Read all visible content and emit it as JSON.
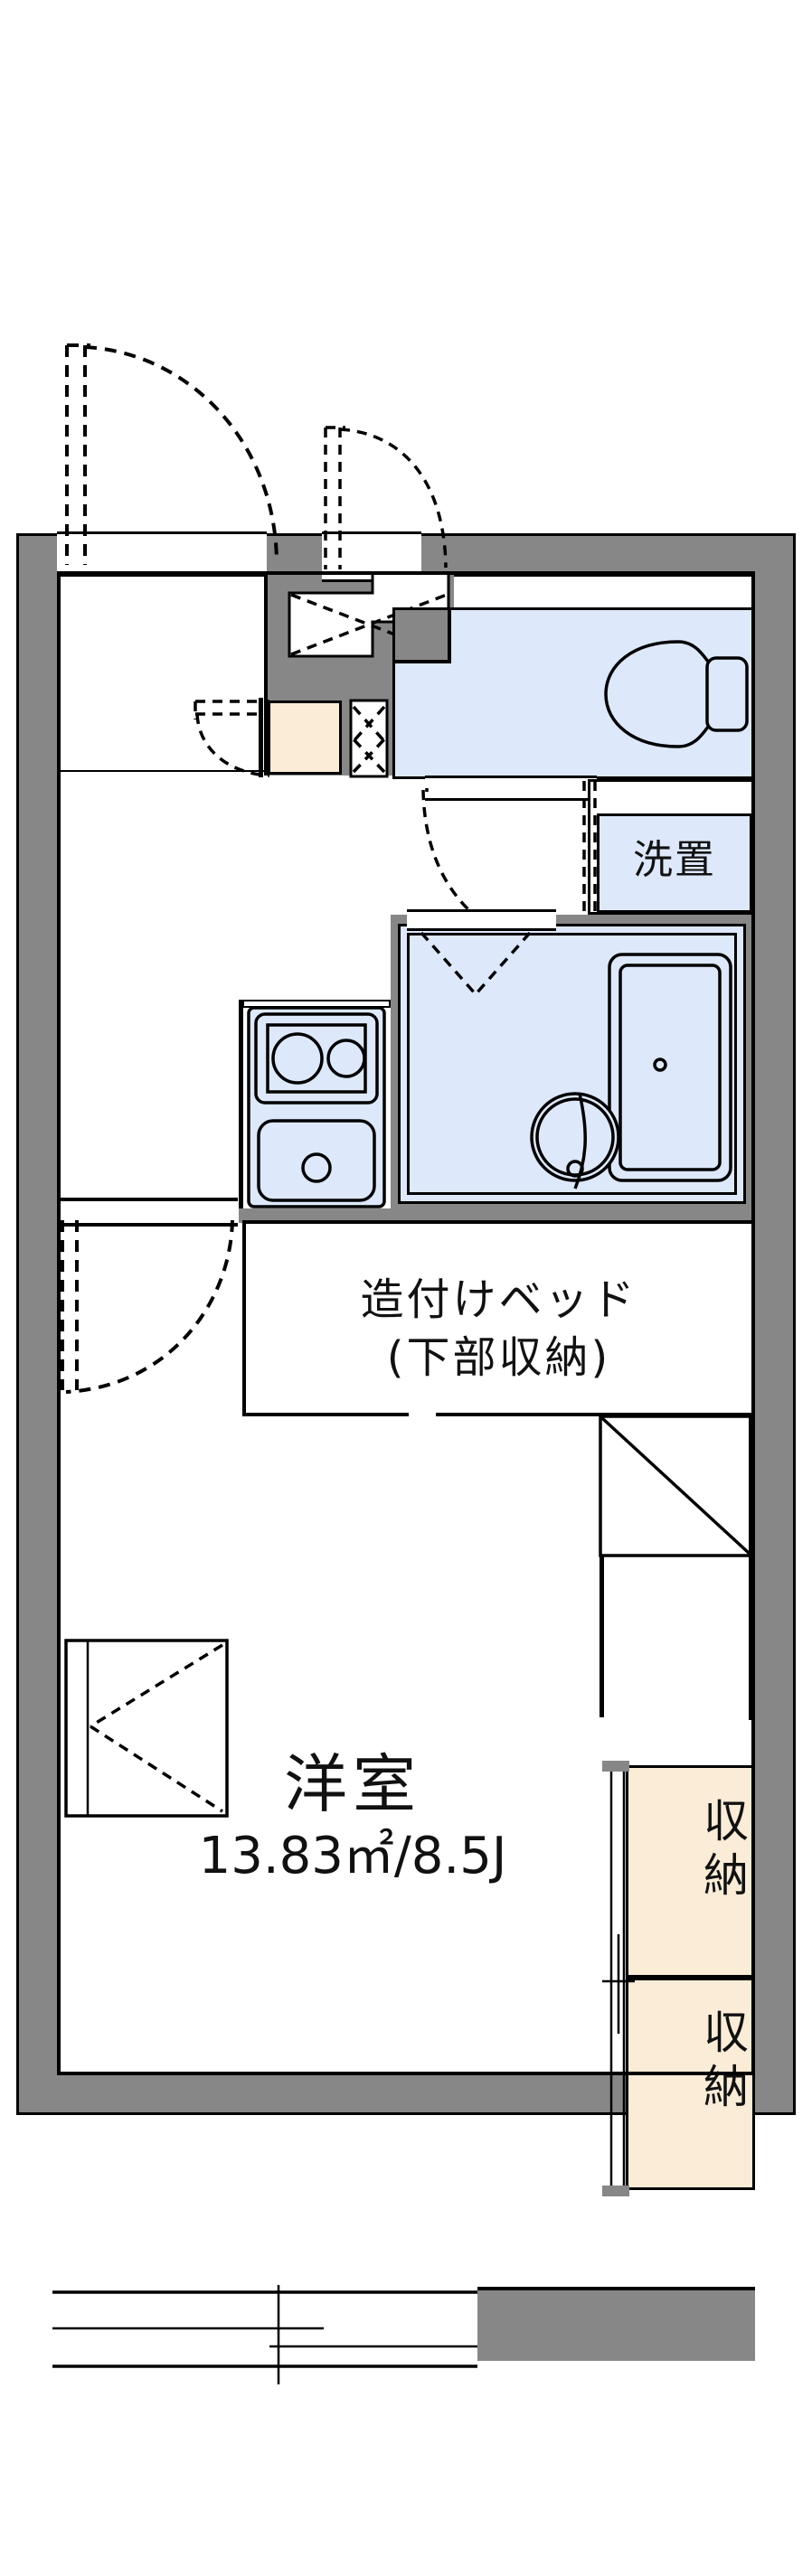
{
  "document": {
    "type": "floor-plan",
    "layout_code": "1K",
    "orientation": "vertical"
  },
  "rooms": {
    "main_room": {
      "name": "洋室",
      "area_sqm": "13.83m²",
      "area_jo": "8.5J",
      "area_label": "13.83㎡/8.5J"
    },
    "built_in_bed": {
      "line1": "造付けベッド",
      "line2": "(下部収納)"
    },
    "laundry": {
      "label": "洗置"
    },
    "closet_upper": {
      "label": "収納"
    },
    "closet_lower": {
      "label": "収納"
    }
  },
  "fixtures": {
    "toilet": {
      "icon": "toilet-icon"
    },
    "bathtub": {
      "icon": "bathtub-icon"
    },
    "wash_basin": {
      "icon": "round-washbasin-icon"
    },
    "kitchen_stove": {
      "icon": "two-burner-stove-icon",
      "burners": 2
    },
    "kitchen_sink": {
      "icon": "sink-icon"
    },
    "shoe_box": {
      "icon": "shoe-box-icon"
    },
    "genkan": {
      "icon": "genkan-entry-icon"
    },
    "meter_box": {
      "icon": "meter-box-icon"
    }
  },
  "openings": {
    "entrance_door": {
      "name": "entrance-door",
      "swing": "in-left"
    },
    "toilet_door": {
      "name": "toilet-door",
      "swing": "in-left"
    },
    "shoe_box_door": {
      "name": "shoe-box-door",
      "swing": "in"
    },
    "bath_door": {
      "name": "bath-door",
      "swing": "in"
    },
    "room_door": {
      "name": "room-door",
      "swing": "in"
    },
    "balcony_window": {
      "name": "balcony-sliding-window",
      "panes": 2
    },
    "side_window": {
      "name": "side-casement-window",
      "panes": 1
    }
  },
  "colors": {
    "wall": "#878787",
    "wet_area": "#dde8fb",
    "storage": "#fbecd7",
    "line": "#000000",
    "background": "#ffffff"
  }
}
